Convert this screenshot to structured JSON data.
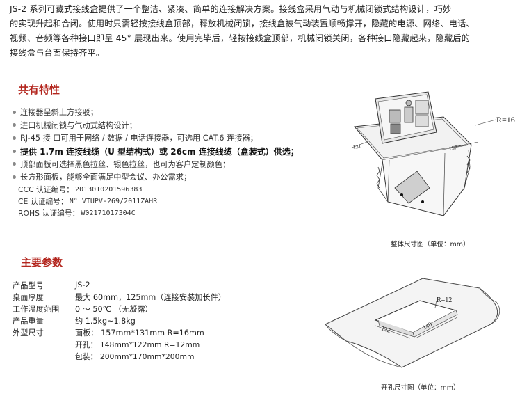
{
  "intro": {
    "lines": [
      "JS-2 系列可藏式接线盒提供了一个整洁、紧凑、简单的连接解决方案。接线盒采用气动与机械闭锁式结构设计，巧妙",
      "的实现升起和合闭。使用时只需轻按接线盒顶部，释放机械闭锁，接线盒被气动装置顺畅撑开，隐藏的电源、网络、电话、",
      "视频、音频等各种接口即呈 45° 展现出来。使用完毕后，轻按接线盒顶部，机械闭锁关闭，各种接口隐藏起来，隐藏后的",
      "接线盒与台面保持齐平。"
    ]
  },
  "features": {
    "title": "共有特性",
    "items": [
      {
        "text": "连接器呈斜上方接驳；",
        "bold": false
      },
      {
        "text": "进口机械闭锁与气动式结构设计；",
        "bold": false
      },
      {
        "text": "RJ-45 接 口可用于网络 / 数据 / 电话连接器，可选用 CAT.6 连接器；",
        "bold": false
      },
      {
        "text": "提供 1.7m 连接线缆（U 型结构式）或 26cm 连接线缆（盒装式）供选；",
        "bold": true
      },
      {
        "text": "顶部面板可选择黑色拉丝、银色拉丝，也可为客户定制颜色；",
        "bold": false
      },
      {
        "text": "长方形面板，能够全面满足中型会议、办公需求；",
        "bold": false
      }
    ],
    "certs": [
      {
        "label": "CCC 认证编号：",
        "value": "2013010201596383"
      },
      {
        "label": "CE 认证编号：",
        "value": "N° VTUPV-269/2011ZAHR"
      },
      {
        "label": "ROHS 认证编号：",
        "value": "W02171017304C"
      }
    ]
  },
  "params": {
    "title": "主要参数",
    "rows": [
      {
        "label": "产品型号",
        "value": "JS-2"
      },
      {
        "label": "桌面厚度",
        "value": "最大 60mm，125mm（连接安装加长件）"
      },
      {
        "label": "工作温度范围",
        "value": "0 ～ 50℃ （无凝露）"
      },
      {
        "label": "产品重量",
        "value": "约 1.5kg~1.8kg"
      },
      {
        "label": "外型尺寸",
        "value": "面板： 157mm*131mm   R=16mm"
      }
    ],
    "subrows": [
      "开孔： 148mm*122mm   R=12mm",
      "包装： 200mm*170mm*200mm"
    ]
  },
  "figures": {
    "overall": {
      "caption": "整体尺寸图（单位：mm）",
      "radius_label": "R=16",
      "dim_left": "131",
      "dim_right": "157"
    },
    "cutout": {
      "caption": "开孔尺寸图（单位：mm）",
      "radius_label": "R=12",
      "dim_left": "122",
      "dim_right": "148"
    }
  }
}
